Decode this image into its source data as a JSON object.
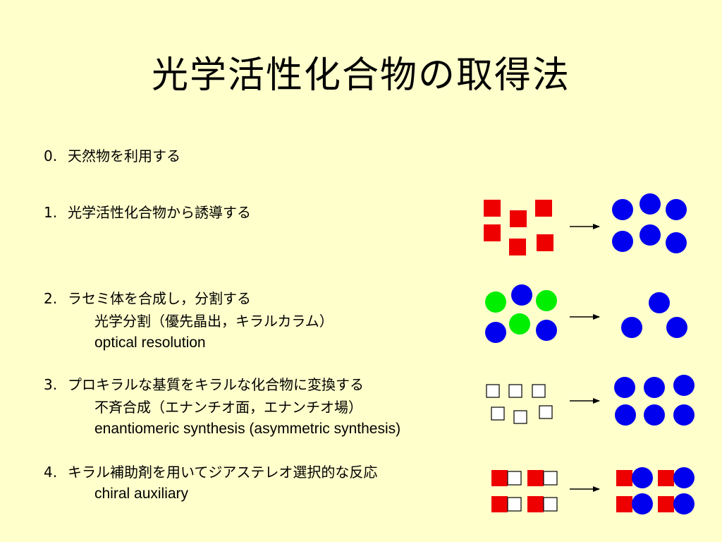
{
  "title": "光学活性化合物の取得法",
  "items": [
    {
      "num": "0.",
      "text": "天然物を利用する"
    },
    {
      "num": "1.",
      "text": "光学活性化合物から誘導する"
    },
    {
      "num": "2.",
      "text": "ラセミ体を合成し，分割する",
      "sub_ja": "光学分割（優先晶出，キラルカラム）",
      "sub_en": "optical resolution"
    },
    {
      "num": "3.",
      "text": "プロキラルな基質をキラルな化合物に変換する",
      "sub_ja": "不斉合成（エナンチオ面，エナンチオ場）",
      "sub_en": "enantiomeric synthesis (asymmetric synthesis)"
    },
    {
      "num": "4.",
      "text": "キラル補助剤を用いてジアステレオ選択的な反応",
      "sub_en": "chiral auxiliary"
    }
  ],
  "colors": {
    "background": "#ffffcc",
    "red": "#ee0000",
    "blue": "#0000ee",
    "green": "#00ee00",
    "outline": "#000000"
  }
}
